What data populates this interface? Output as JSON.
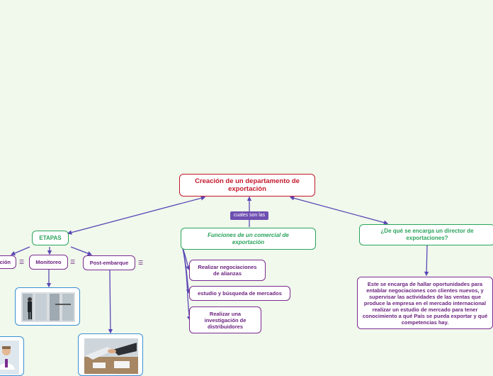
{
  "root": {
    "title": "Creación de un departamento de exportación"
  },
  "left_branch": {
    "title": "ETAPAS",
    "children": [
      "ción",
      "Monitoreo",
      "Post-embarque"
    ]
  },
  "center_branch": {
    "link_label": "cuales son las",
    "title": "Funciones de un comercial de exportación",
    "children": [
      "Realizar negociaciones de alianzas",
      "estudio y búsqueda de mercados",
      "Realizar una investigación de distribuidores"
    ]
  },
  "right_branch": {
    "title": "¿De qué se encarga un director de exportaciones?",
    "description": "Este se encarga de hallar oportunidades para entablar negociaciones con clientes nuevos, y supervisar las actividades de las ventas que produce la empresa en el mercado internacional realizar un estudio de mercado para tener conocimiento a qué País se pueda exportar y qué competencias hay."
  },
  "colors": {
    "root": "#c4182b",
    "green": "#2aa35c",
    "purple": "#7b2b8f",
    "connector": "#5b47b5",
    "image_border": "#3a8fd4",
    "background": "#f0f9ec"
  },
  "icons": {
    "menu": "list-icon"
  }
}
